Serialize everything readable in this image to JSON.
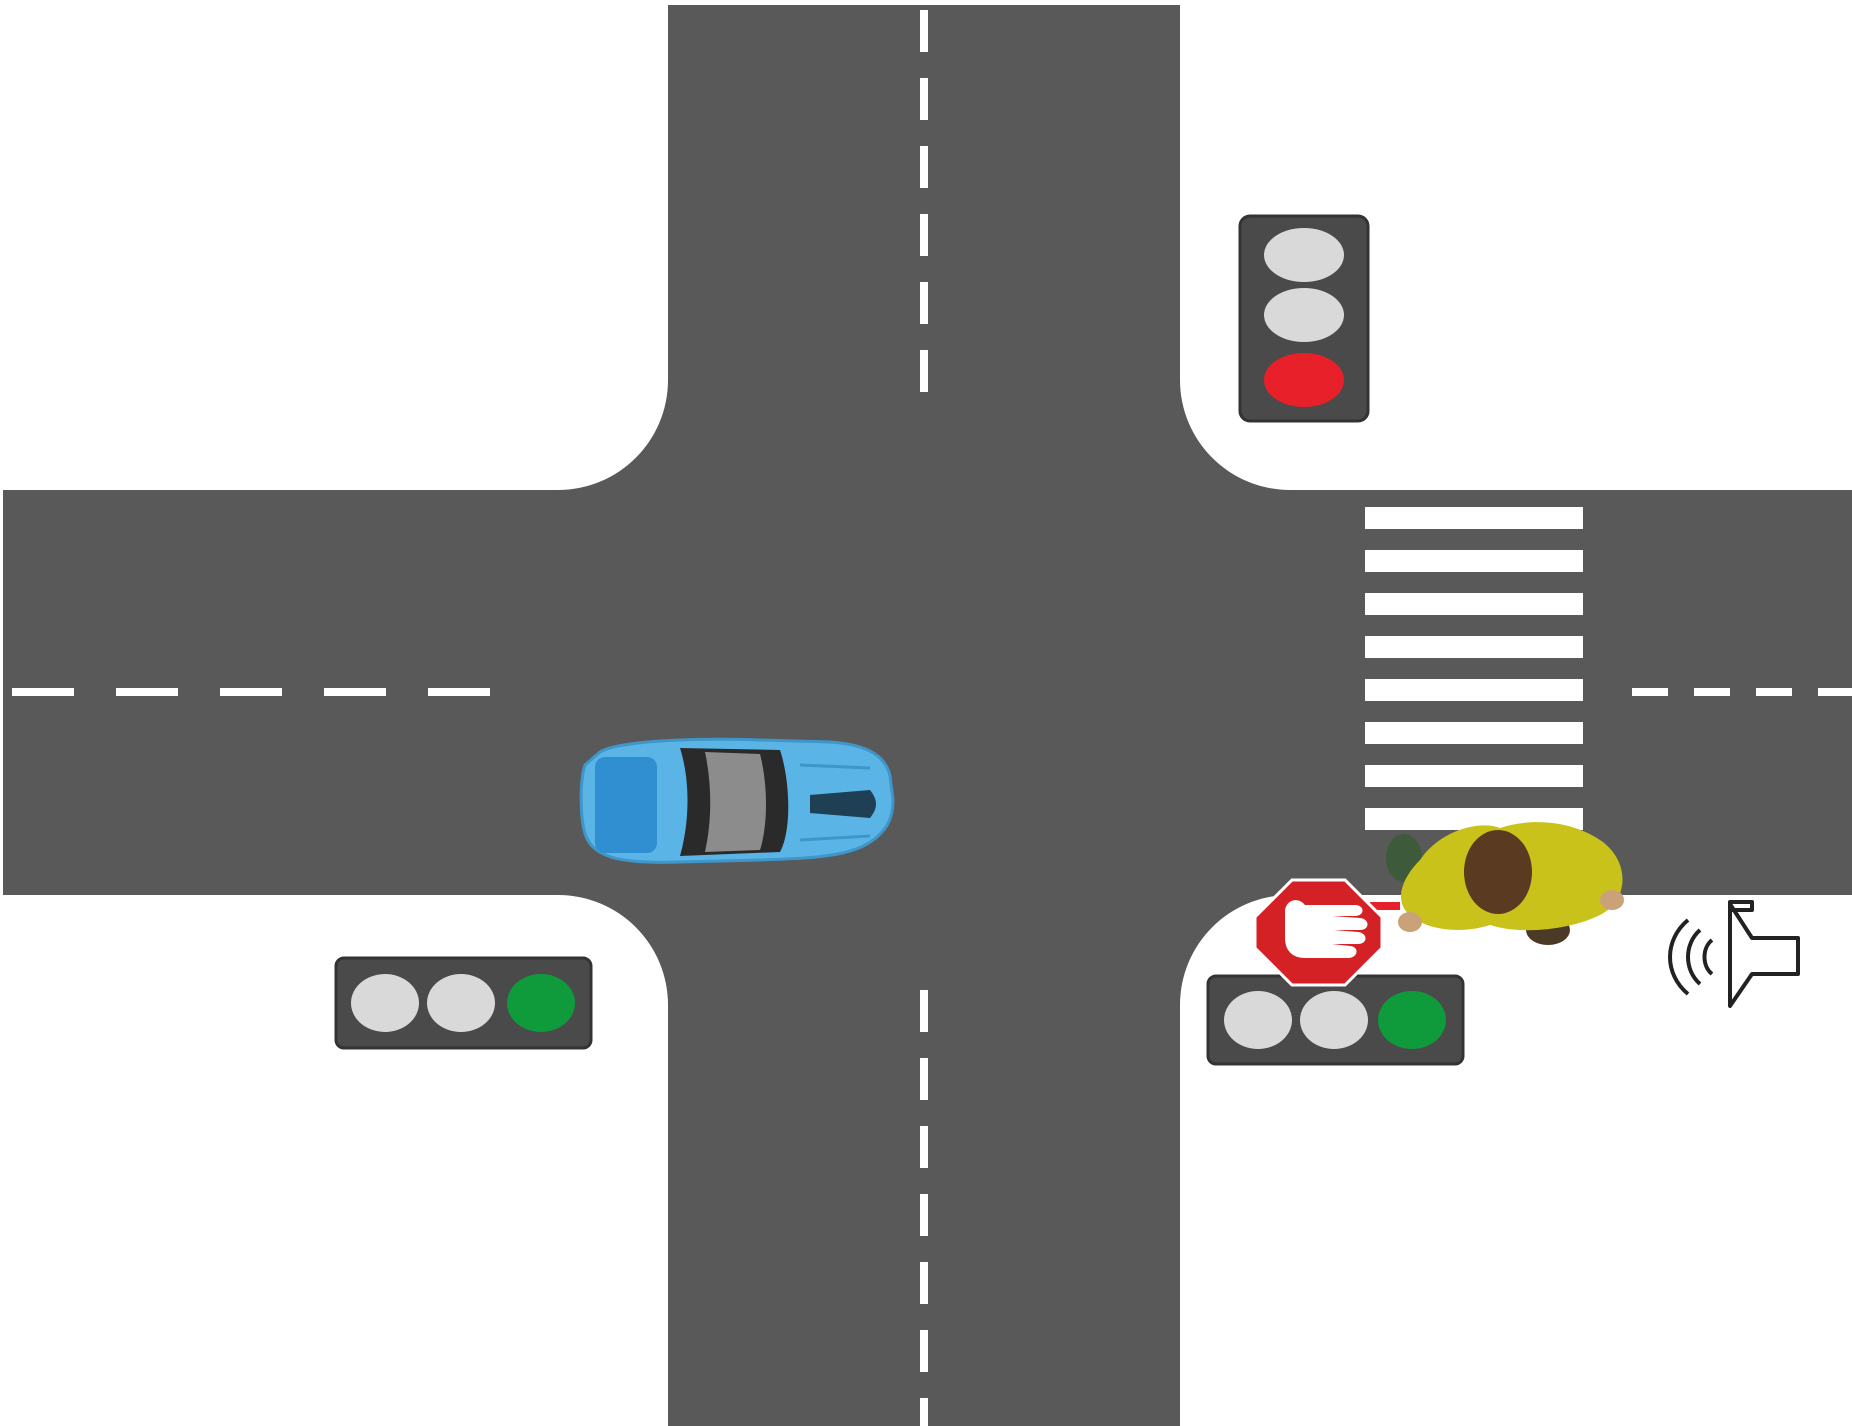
{
  "colors": {
    "background": "#ffffff",
    "road": "#595959",
    "lane_marking": "#ffffff",
    "light_housing": "#4a4a4a",
    "light_off": "#d9d9d9",
    "light_red": "#e8202a",
    "light_green": "#0f9a3c",
    "car_body": "#5ab4e6",
    "car_roof": "#2f8fd0",
    "stop_sign": "#d42126",
    "pedestrian_shirt": "#c9c21b",
    "pedestrian_hair": "#5a3b22",
    "speaker_stroke": "#222222"
  },
  "traffic_lights": [
    {
      "id": "north-east",
      "orientation": "vertical",
      "active": "red"
    },
    {
      "id": "south-west",
      "orientation": "horizontal",
      "active": "green"
    },
    {
      "id": "south-east",
      "orientation": "horizontal",
      "active": "green"
    }
  ],
  "crosswalk": {
    "stripes": 8
  },
  "icons": {
    "car": "car-icon",
    "stop_hand": "stop-hand-icon",
    "pedestrian": "pedestrian-icon",
    "speaker": "speaker-sound-icon"
  }
}
